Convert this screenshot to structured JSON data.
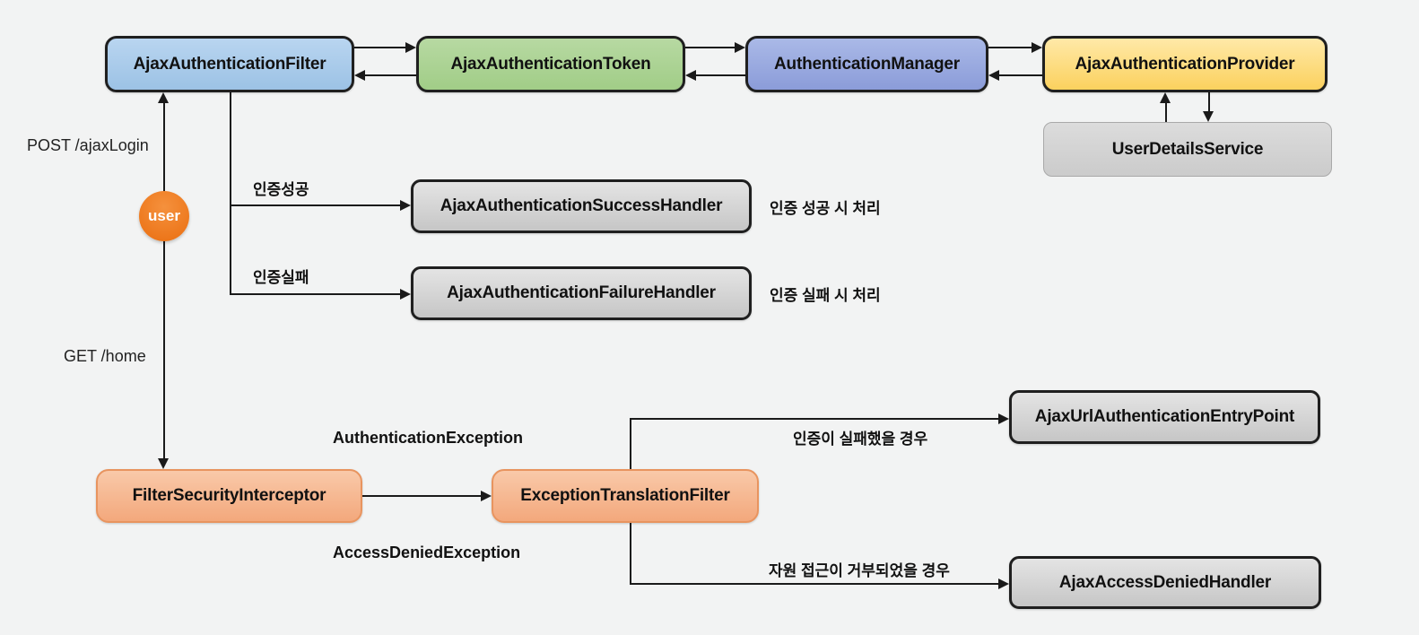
{
  "nodes": {
    "filter": {
      "label": "AjaxAuthenticationFilter",
      "color": "#9cc2e5"
    },
    "token": {
      "label": "AjaxAuthenticationToken",
      "color": "#a1cd87"
    },
    "manager": {
      "label": "AuthenticationManager",
      "color": "#8b9cd9"
    },
    "provider": {
      "label": "AjaxAuthenticationProvider",
      "color": "#fbd15e"
    },
    "user_details": {
      "label": "UserDetailsService",
      "color": "#d3d3d3"
    },
    "success_handler": {
      "label": "AjaxAuthenticationSuccessHandler",
      "color": "#cfcfcf"
    },
    "failure_handler": {
      "label": "AjaxAuthenticationFailureHandler",
      "color": "#cfcfcf"
    },
    "filter_security_interceptor": {
      "label": "FilterSecurityInterceptor",
      "color": "#f3a87c"
    },
    "exception_translation_filter": {
      "label": "ExceptionTranslationFilter",
      "color": "#f3a87c"
    },
    "entry_point": {
      "label": "AjaxUrlAuthenticationEntryPoint",
      "color": "#cfcfcf"
    },
    "denied_handler": {
      "label": "AjaxAccessDeniedHandler",
      "color": "#cfcfcf"
    },
    "user": {
      "label": "user",
      "color": "#ee7a1f"
    }
  },
  "labels": {
    "post_login": "POST /ajaxLogin",
    "get_home": "GET /home",
    "auth_success": "인증성공",
    "auth_fail": "인증실패",
    "success_note": "인증 성공 시 처리",
    "fail_note": "인증 실패 시 처리",
    "auth_exception": "AuthenticationException",
    "access_denied_exception": "AccessDeniedException",
    "entry_note": "인증이 실패했을 경우",
    "denied_note": "자원 접근이 거부되었을 경우"
  },
  "colors": {
    "background": "#f2f3f3",
    "line": "#1a1a1a",
    "blue_fill": "#9cc2e5",
    "green_fill": "#a1cd87",
    "periwinkle_fill": "#8b9cd9",
    "yellow_fill": "#fbd15e",
    "gray_fill": "#cfcfcf",
    "salmon_fill": "#f3a87c",
    "salmon_border": "#e8945f",
    "user_orange": "#ee7a1f"
  }
}
